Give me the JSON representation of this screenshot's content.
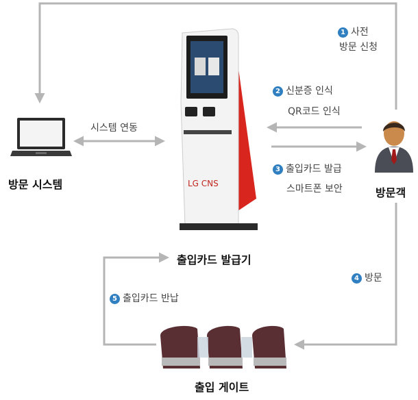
{
  "nodes": {
    "visit_system": "방문 시스템",
    "visitor": "방문객",
    "kiosk": "출입카드 발급기",
    "gate": "출입 게이트",
    "kiosk_brand": "LG CNS"
  },
  "steps": {
    "s1": {
      "num": "1",
      "line1": "사전",
      "line2": "방문 신청"
    },
    "s2": {
      "num": "2",
      "line1": "신분증 인식",
      "line2": "QR코드 인식"
    },
    "s3": {
      "num": "3",
      "line1": "출입카드 발급",
      "line2": "스마트폰 보안"
    },
    "s4": {
      "num": "4",
      "line1": "방문"
    },
    "s5": {
      "num": "5",
      "line1": "출입카드 반납"
    }
  },
  "link_label": "시스템 연동",
  "colors": {
    "arrow": "#b5b5b5",
    "step_badge": "#2f7fc1",
    "kiosk_red": "#d8261e",
    "suit": "#4a4d55",
    "skin": "#c98a4b"
  },
  "icons": [
    "laptop-icon",
    "visitor-icon",
    "kiosk-icon",
    "gate-icon"
  ]
}
